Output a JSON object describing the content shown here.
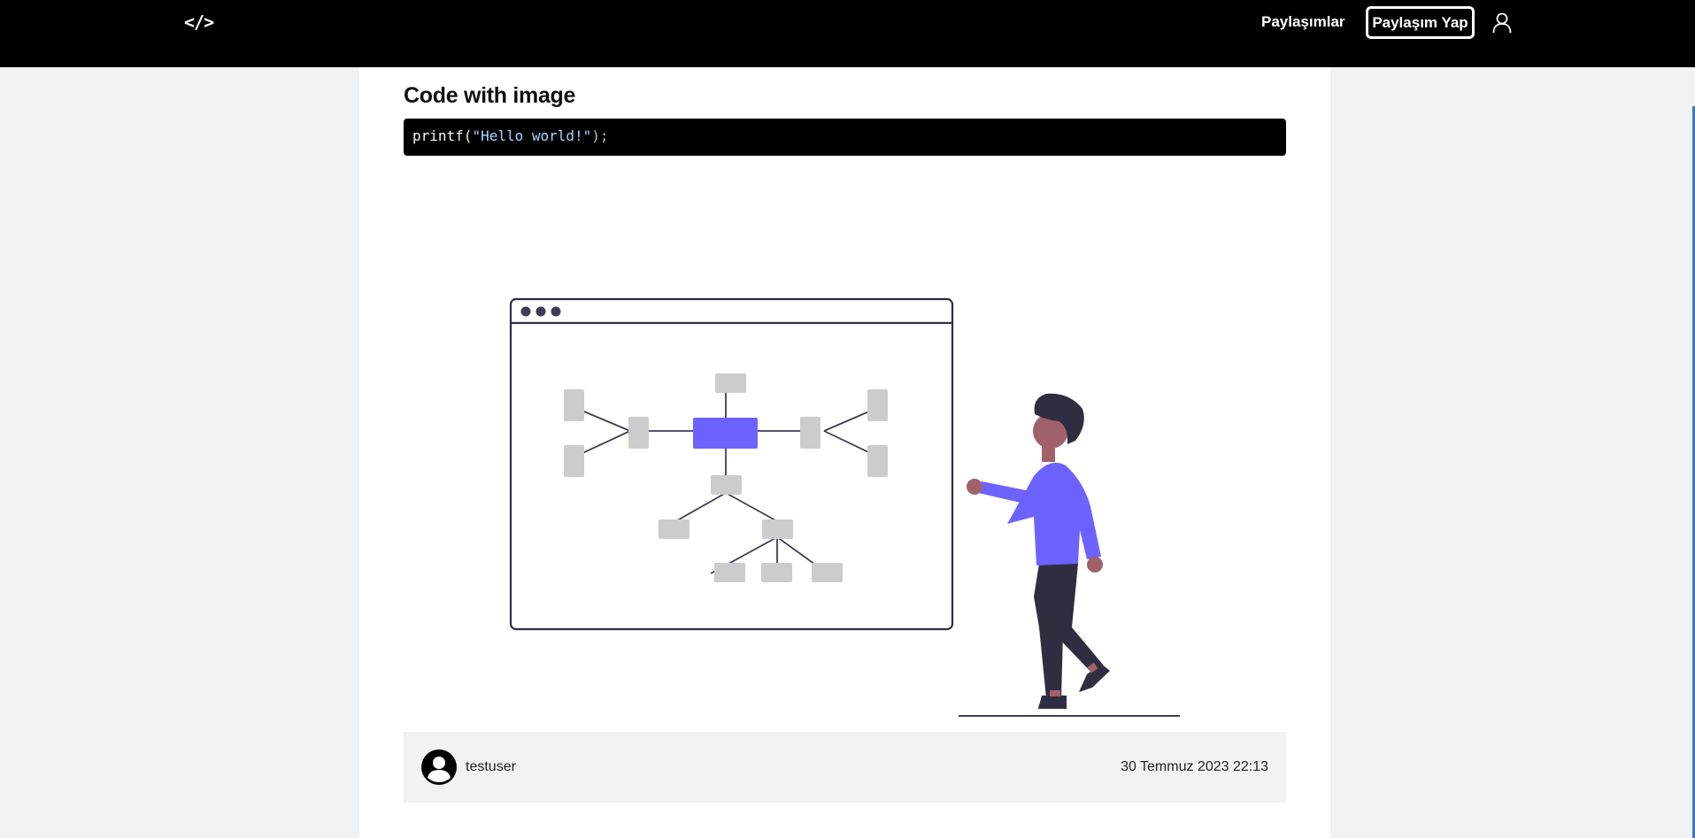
{
  "navbar": {
    "logo_text": "</>",
    "link_label": "Paylaşımlar",
    "button_label": "Paylaşım Yap",
    "user_icon": "user-icon"
  },
  "post": {
    "title": "Code with image",
    "code": {
      "fn": "printf(",
      "string": "\"Hello world!\"",
      "close": ");"
    },
    "illustration": "mind-map-presentation-illustration",
    "author": {
      "avatar_icon": "avatar-icon",
      "name": "testuser"
    },
    "date": "30 Temmuz 2023 22:13"
  },
  "colors": {
    "navbar": "#000000",
    "accent": "#6c63ff",
    "background": "#f1f2f4",
    "card": "#ffffff"
  }
}
